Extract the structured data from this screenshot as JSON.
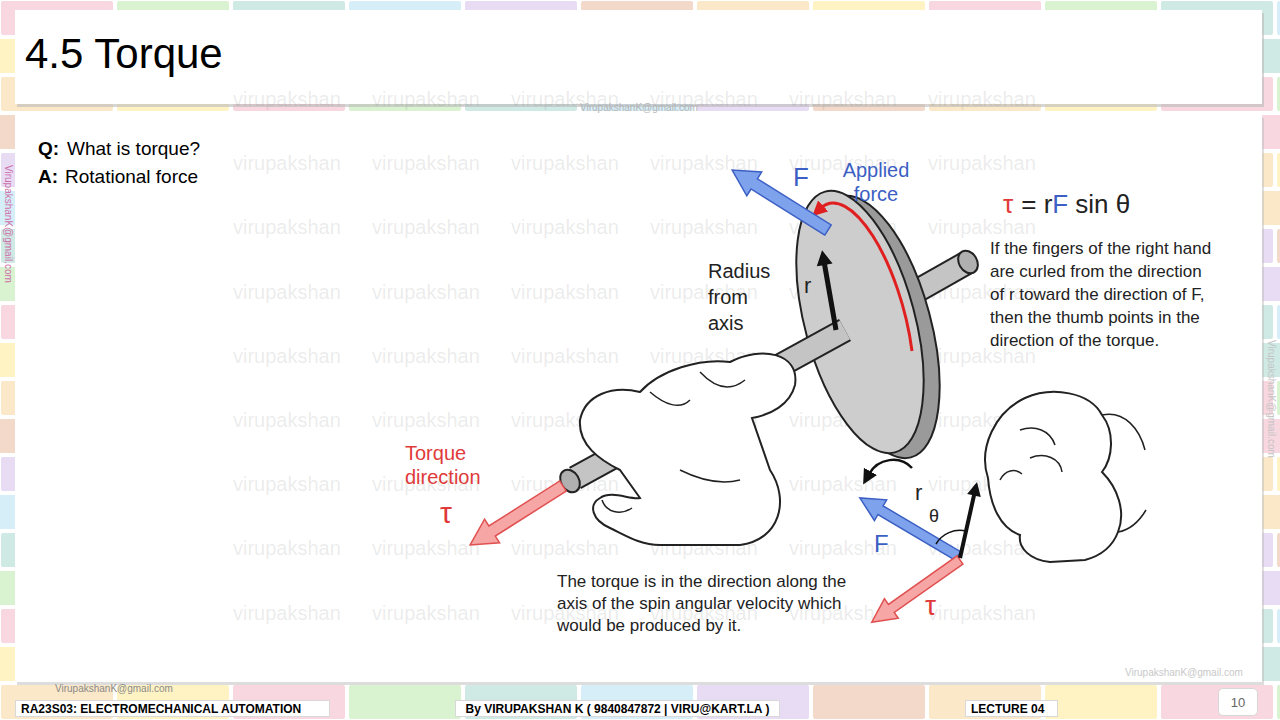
{
  "diagram": {
    "title": "4.5 Torque",
    "nodes": [
      {
        "text": [
          "RA23S03:   ELECTROMECHANICAL AUTOMATION"
        ]
      },
      {
        "text": [
          "By VIRUPAKSHAN K ( 9840847872 | VIRU@KART.LA )"
        ]
      },
      {
        "text": [
          "LECTURE 04"
        ]
      },
      {
        "text": [
          "10"
        ]
      }
    ],
    "labels": [
      "VirupakshanK@gmail.com",
      "VirupakshanK@gmail.com",
      "VirupakshanK@gmail.com",
      "Q:",
      "What is torque?",
      "A:",
      "Rotational force",
      "F",
      "Applied force",
      "Radius from axis",
      "r",
      "τ",
      "= r",
      "F",
      "sin θ",
      "If the fingers of the right hand are curled from the direction of r toward the direction of F, then the thumb points in the direction of the torque.",
      "Torque direction",
      "τ",
      "r",
      "θ",
      "F",
      "τ",
      "The torque is in the direction along the axis of the spin angular velocity which would be produced by it.",
      "VirupakshanK@gmail.com",
      "VirupakshanK@gmail.com",
      "virupakshan",
      "virupakshan",
      "virupakshan",
      "virupakshan",
      "virupakshan",
      "virupakshan",
      "virupakshan",
      "virupakshan",
      "virupakshan",
      "virupakshan",
      "virupakshan",
      "virupakshan",
      "virupakshan",
      "virupakshan",
      "virupakshan",
      "virupakshan",
      "virupakshan",
      "virupakshan",
      "virupakshan",
      "virupakshan",
      "virupakshan",
      "virupakshan",
      "virupakshan",
      "virupakshan",
      "virupakshan",
      "virupakshan",
      "virupakshan",
      "virupakshan",
      "virupakshan",
      "virupakshan",
      "virupakshan",
      "virupakshan",
      "virupakshan",
      "virupakshan",
      "virupakshan",
      "virupakshan",
      "virupakshan",
      "virupakshan",
      "virupakshan",
      "virupakshan",
      "virupakshan",
      "virupakshan",
      "virupakshan",
      "virupakshan",
      "virupakshan",
      "virupakshan",
      "virupakshan",
      "virupakshan",
      "virupakshan",
      "virupakshan",
      "virupakshan",
      "virupakshan",
      "virupakshan",
      "virupakshan"
    ]
  }
}
